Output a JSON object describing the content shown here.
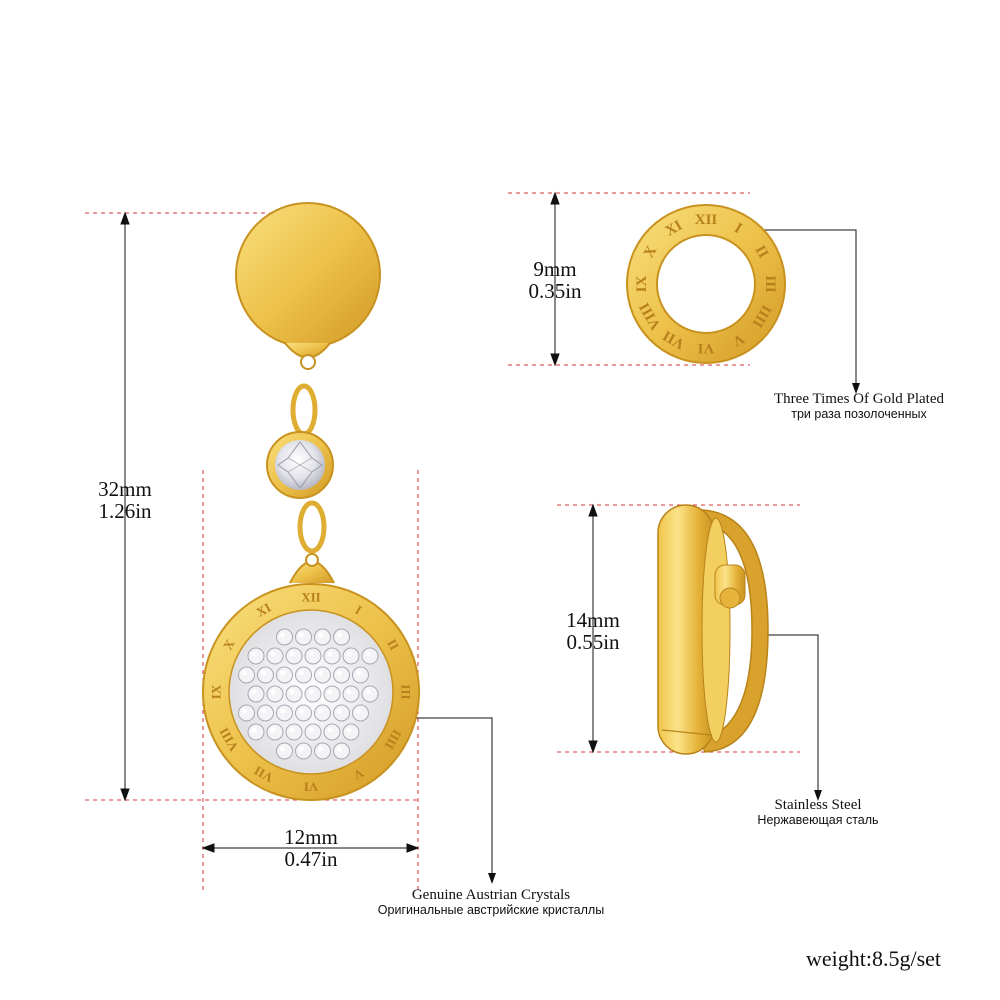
{
  "dimensions": {
    "earring_height": {
      "mm": "32mm",
      "in": "1.26in"
    },
    "pendant_width": {
      "mm": "12mm",
      "in": "0.47in"
    },
    "ring_diameter": {
      "mm": "9mm",
      "in": "0.35in"
    },
    "hoop_height": {
      "mm": "14mm",
      "in": "0.55in"
    }
  },
  "callouts": {
    "gold_plated": {
      "en": "Three Times Of Gold Plated",
      "ru": "три раза позолоченных"
    },
    "stainless_steel": {
      "en": "Stainless Steel",
      "ru": "Нержавеющая сталь"
    },
    "crystals": {
      "en": "Genuine Austrian Crystals",
      "ru": "Оригинальные австрийские кристаллы"
    }
  },
  "weight": "weight:8.5g/set",
  "numerals": {
    "pendant": [
      "XII",
      "I",
      "II",
      "III",
      "IIII",
      "V",
      "VI",
      "VII",
      "VIII",
      "IX",
      "X",
      "XI"
    ],
    "ring": [
      "XII",
      "I",
      "II",
      "III",
      "IIII",
      "V",
      "VI",
      "VII",
      "VIII",
      "IX",
      "X",
      "XI"
    ]
  },
  "colors": {
    "gold": "#e9b83a",
    "gold_light": "#f7dc7a",
    "gold_dark": "#c38f1f",
    "guide_red": "#d63a3a",
    "crystal": "#f2f2f4"
  }
}
